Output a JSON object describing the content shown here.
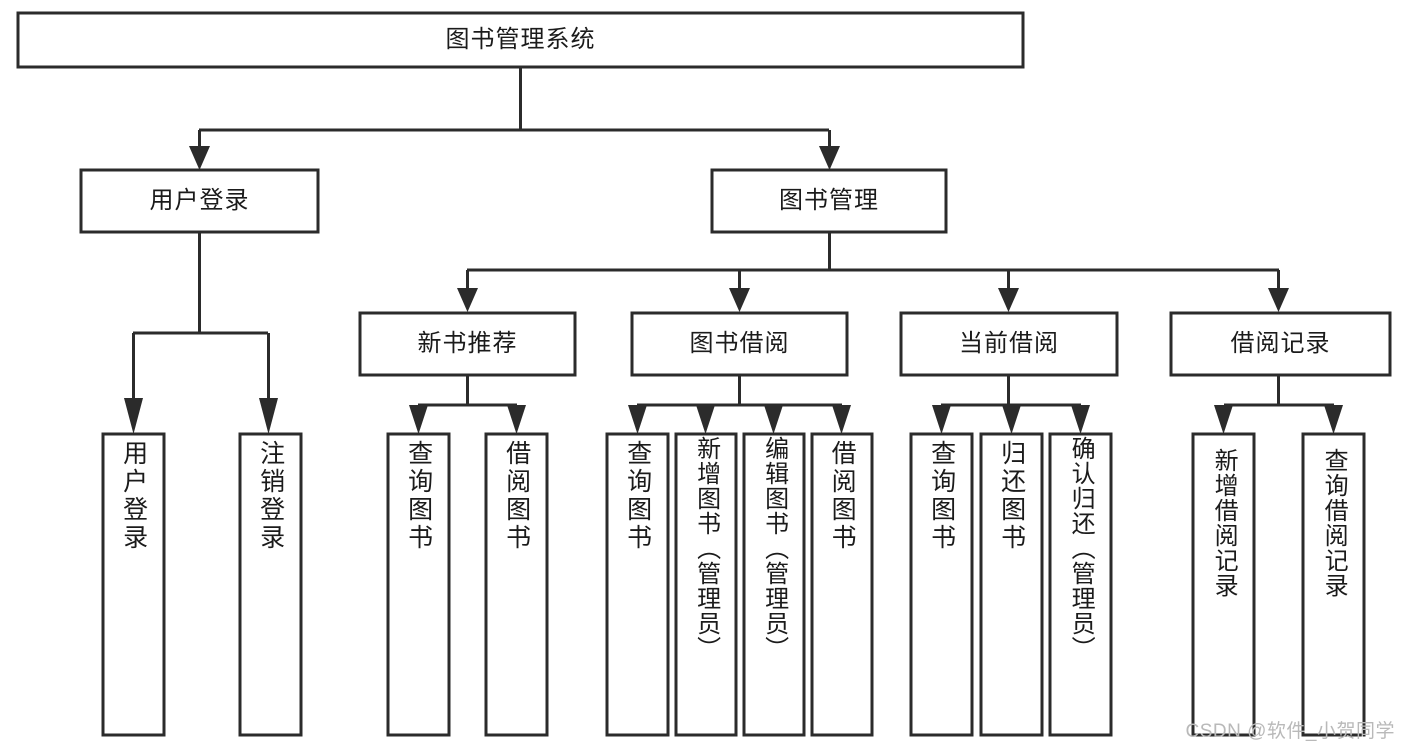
{
  "diagram": {
    "title": "图书管理系统",
    "type": "hierarchy-tree",
    "orientation": "top-down",
    "box_fill": "#ffffff",
    "box_stroke": "#2b2b2b",
    "text_color": "#1b1b1b",
    "watermark": "CSDN @软件_小贺同学",
    "levels": [
      {
        "level": 1,
        "nodes": [
          {
            "id": "root",
            "label": "图书管理系统",
            "text_orientation": "horizontal"
          }
        ]
      },
      {
        "level": 2,
        "nodes": [
          {
            "id": "user-login",
            "label": "用户登录",
            "text_orientation": "horizontal",
            "parent": "root"
          },
          {
            "id": "book-manage",
            "label": "图书管理",
            "text_orientation": "horizontal",
            "parent": "root"
          }
        ]
      },
      {
        "level": 3,
        "nodes": [
          {
            "id": "new-book-rec",
            "label": "新书推荐",
            "text_orientation": "horizontal",
            "parent": "book-manage"
          },
          {
            "id": "book-borrow",
            "label": "图书借阅",
            "text_orientation": "horizontal",
            "parent": "book-manage"
          },
          {
            "id": "current-borrow",
            "label": "当前借阅",
            "text_orientation": "horizontal",
            "parent": "book-manage"
          },
          {
            "id": "borrow-record",
            "label": "借阅记录",
            "text_orientation": "horizontal",
            "parent": "book-manage"
          }
        ]
      },
      {
        "level": 4,
        "nodes": [
          {
            "id": "leaf-user-login",
            "label": "用户登录",
            "text_orientation": "vertical",
            "parent": "user-login"
          },
          {
            "id": "leaf-logout",
            "label": "注销登录",
            "text_orientation": "vertical",
            "parent": "user-login"
          },
          {
            "id": "leaf-query-book-1",
            "label": "查询图书",
            "text_orientation": "vertical",
            "parent": "new-book-rec"
          },
          {
            "id": "leaf-borrow-book-1",
            "label": "借阅图书",
            "text_orientation": "vertical",
            "parent": "new-book-rec"
          },
          {
            "id": "leaf-query-book-2",
            "label": "查询图书",
            "text_orientation": "vertical",
            "parent": "book-borrow"
          },
          {
            "id": "leaf-add-book",
            "label": "新增图书（管理员）",
            "text_orientation": "vertical",
            "parent": "book-borrow"
          },
          {
            "id": "leaf-edit-book",
            "label": "编辑图书（管理员）",
            "text_orientation": "vertical",
            "parent": "book-borrow"
          },
          {
            "id": "leaf-borrow-book-2",
            "label": "借阅图书",
            "text_orientation": "vertical",
            "parent": "book-borrow"
          },
          {
            "id": "leaf-query-book-3",
            "label": "查询图书",
            "text_orientation": "vertical",
            "parent": "current-borrow"
          },
          {
            "id": "leaf-return-book",
            "label": "归还图书",
            "text_orientation": "vertical",
            "parent": "current-borrow"
          },
          {
            "id": "leaf-confirm-return",
            "label": "确认归还（管理员）",
            "text_orientation": "vertical",
            "parent": "current-borrow"
          },
          {
            "id": "leaf-add-record",
            "label": "新增借阅记录",
            "text_orientation": "vertical",
            "parent": "borrow-record"
          },
          {
            "id": "leaf-query-record",
            "label": "查询借阅记录",
            "text_orientation": "vertical",
            "parent": "borrow-record"
          }
        ]
      }
    ]
  }
}
